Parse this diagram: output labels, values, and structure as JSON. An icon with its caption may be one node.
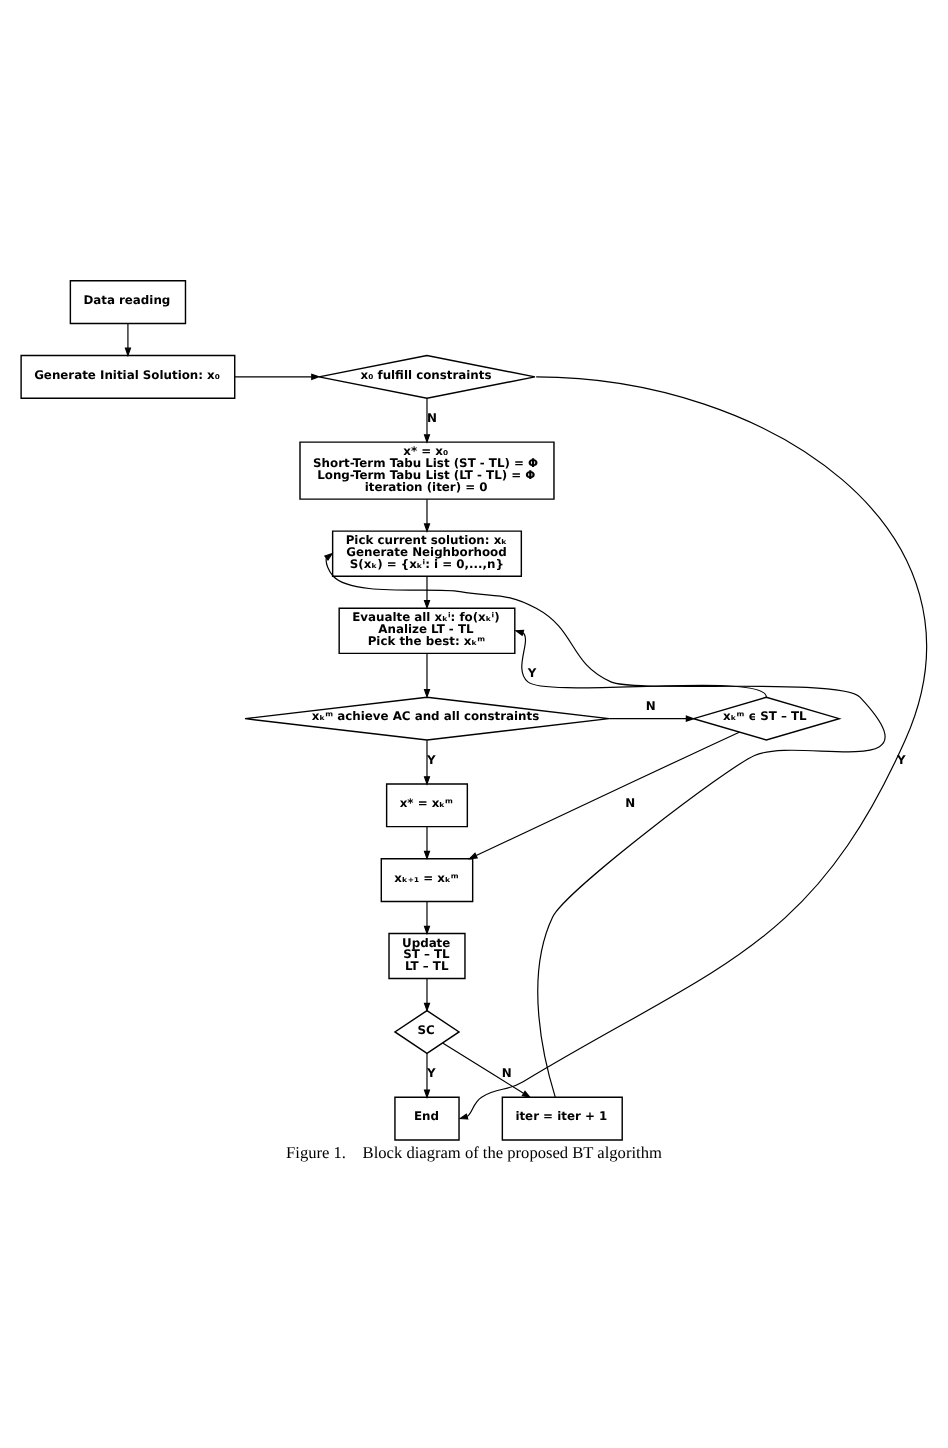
{
  "diagram": {
    "caption": "Figure 1.    Block diagram of the proposed BT algorithm",
    "nodes": [
      {
        "text": [
          "Data reading"
        ]
      },
      {
        "text": [
          "Generate Initial Solution: x₀"
        ]
      },
      {
        "text": [
          "x₀ fulfill constraints"
        ]
      },
      {
        "text": [
          "x* = x₀",
          "Short-Term Tabu List (ST - TL) = Φ",
          "Long-Term Tabu List (LT - TL) = Φ",
          "iteration (iter) = 0"
        ]
      },
      {
        "text": [
          "Pick current solution: xₖ",
          "Generate Neighborhood",
          "S(xₖ) = {xₖⁱ: i = 0,...,n}"
        ]
      },
      {
        "text": [
          "Evaualte all xₖⁱ: fo(xₖⁱ)",
          "Analize LT - TL",
          "Pick the best: xₖᵐ"
        ]
      },
      {
        "text": [
          "xₖᵐ achieve AC and all constraints"
        ]
      },
      {
        "text": [
          "xₖᵐ ϵ ST – TL"
        ]
      },
      {
        "text": [
          "x* = xₖᵐ"
        ]
      },
      {
        "text": [
          "xₖ₊₁ = xₖᵐ"
        ]
      },
      {
        "text": [
          "Update",
          "ST – TL",
          "LT – TL"
        ]
      },
      {
        "text": [
          "SC"
        ]
      },
      {
        "text": [
          "End"
        ]
      },
      {
        "text": [
          "iter = iter + 1"
        ]
      }
    ],
    "edges": [
      {
        "from": 0,
        "to": 1,
        "arrow": "to"
      },
      {
        "from": 1,
        "to": 2,
        "arrow": "to"
      },
      {
        "from": 2,
        "to": 12,
        "arrow": "to",
        "label": "Y"
      },
      {
        "from": 2,
        "to": 3,
        "arrow": "to",
        "label": "N"
      },
      {
        "from": 3,
        "to": 4,
        "arrow": "to"
      },
      {
        "from": 4,
        "to": 5,
        "arrow": "to"
      },
      {
        "from": 5,
        "to": 6,
        "arrow": "to"
      },
      {
        "from": 6,
        "to": 7,
        "arrow": "to",
        "label": "N"
      },
      {
        "from": 7,
        "to": 5,
        "arrow": "to",
        "label": "Y"
      },
      {
        "from": 7,
        "to": 9,
        "arrow": "to",
        "label": "N"
      },
      {
        "from": 6,
        "to": 8,
        "arrow": "to",
        "label": "Y"
      },
      {
        "from": 8,
        "to": 9,
        "arrow": "to"
      },
      {
        "from": 9,
        "to": 10,
        "arrow": "to"
      },
      {
        "from": 10,
        "to": 11,
        "arrow": "to"
      },
      {
        "from": 11,
        "to": 12,
        "arrow": "to",
        "label": "Y"
      },
      {
        "from": 11,
        "to": 13,
        "arrow": "to",
        "label": "N"
      },
      {
        "from": 13,
        "to": 4,
        "arrow": "to"
      }
    ]
  }
}
